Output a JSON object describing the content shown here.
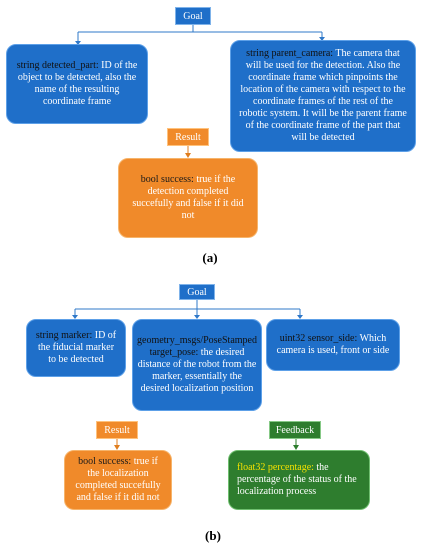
{
  "panel_a": {
    "goal_label": "Goal",
    "detected_part": {
      "name": "string detected_part:",
      "desc": "ID of the object to be detected, also the name of the resulting coordinate frame"
    },
    "parent_camera": {
      "name": "string parent_camera:",
      "desc": "The camera that will be used for the detection. Also the coordinate frame which pinpoints the location of the camera with respect to the coordinate frames of the rest of the robotic system. It will be the parent frame of the coordinate frame of the part that will be detected"
    },
    "result_label": "Result",
    "success": {
      "name": "bool success:",
      "desc": "true if the detection completed succefully and false if it did not"
    },
    "caption": "(a)"
  },
  "panel_b": {
    "goal_label": "Goal",
    "marker": {
      "name": "string marker:",
      "desc": "ID of the fiducial marker to be detected"
    },
    "target_pose": {
      "name": "geometry_msgs/PoseStamped target_pose:",
      "desc": "the desired distance of the robot from the marker, essentially the desired localization position"
    },
    "sensor_side": {
      "name": "uint32 sensor_side:",
      "desc": "Which camera is used, front or side"
    },
    "result_label": "Result",
    "success": {
      "name": "bool success:",
      "desc": "true if the localization completed succefully and false if it did not"
    },
    "feedback_label": "Feedback",
    "percentage": {
      "name": "float32 percentage:",
      "desc": "the percentage of the status of the localization process"
    },
    "caption": "(b)"
  },
  "colors": {
    "blue": "#1f6fc9",
    "orange": "#f08a2a",
    "green": "#2e7d2e",
    "accent_yellow": "#f5e100"
  }
}
